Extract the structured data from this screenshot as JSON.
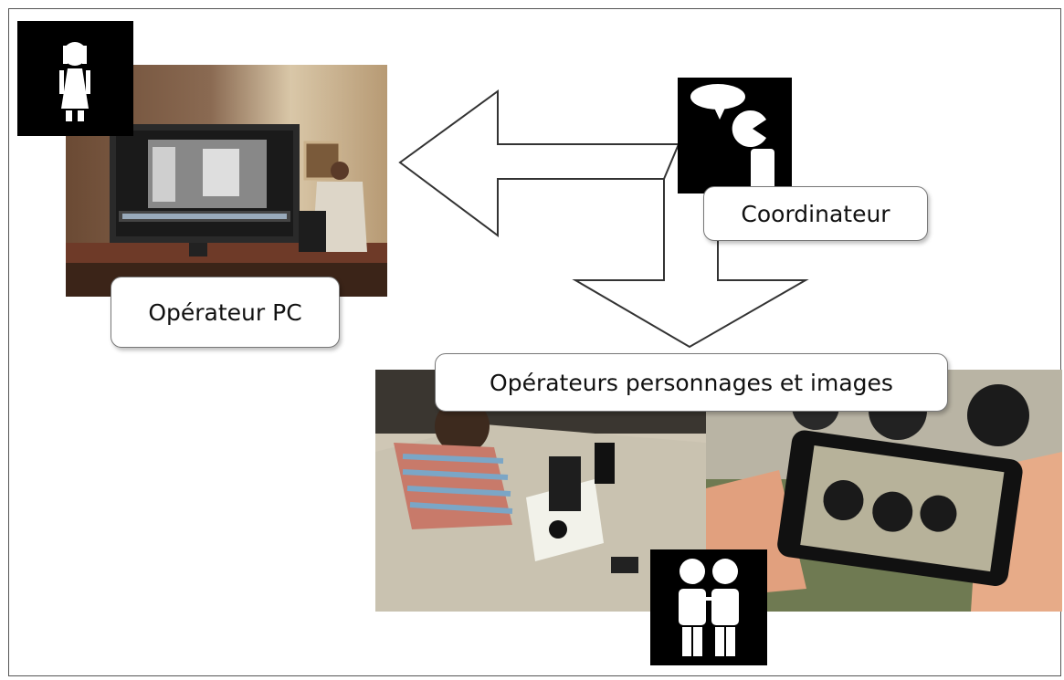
{
  "labels": {
    "operator_pc": "Opérateur PC",
    "coordinator": "Coordinateur",
    "operators": "Opérateurs personnages et images"
  },
  "icons": {
    "girl": "girl-pictogram-icon",
    "speaker": "speaking-person-icon",
    "pair": "two-people-icon"
  },
  "colors": {
    "background": "#ffffff",
    "icon_background": "#000000",
    "arrow_fill": "#ffffff",
    "arrow_stroke": "#333333"
  }
}
